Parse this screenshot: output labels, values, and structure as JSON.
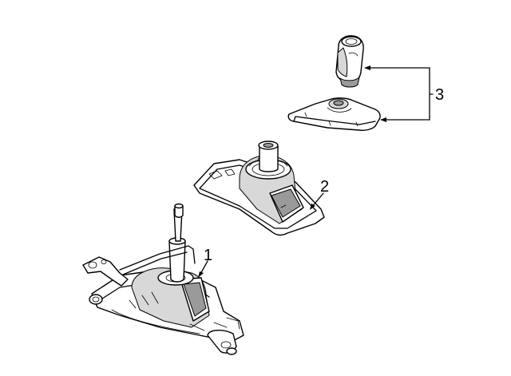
{
  "diagram": {
    "callouts": [
      {
        "id": "1",
        "label": "1"
      },
      {
        "id": "2",
        "label": "2"
      },
      {
        "id": "3",
        "label": "3"
      }
    ]
  },
  "colors": {
    "line": "#000000",
    "fill": "#ffffff",
    "shade": "#d8d8d8"
  }
}
